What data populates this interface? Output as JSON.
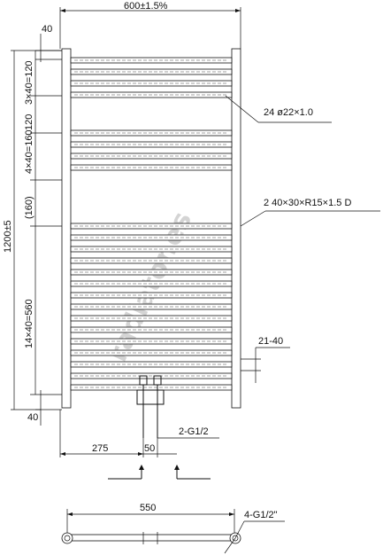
{
  "dimensions": {
    "overall_width": "600±1.5%",
    "side_offset": "40",
    "top_pitch": "3×40=120",
    "top_span": "120",
    "upper_pitch": "4×40=160",
    "gap": "(160)",
    "lower_pitch": "14×40=560",
    "overall_height": "1200±5",
    "bottom_offset": "40",
    "tube_spec": "24 ø22×1.0",
    "frame_spec": "2  40×30×R15×1.5  D",
    "wall_gap": "21-40",
    "connection": "2-G1/2",
    "connection_x": "275",
    "connection_pitch": "50",
    "axis_distance": "550",
    "plan_connection": "4-G1/2\""
  },
  "watermark": "radiator.es"
}
